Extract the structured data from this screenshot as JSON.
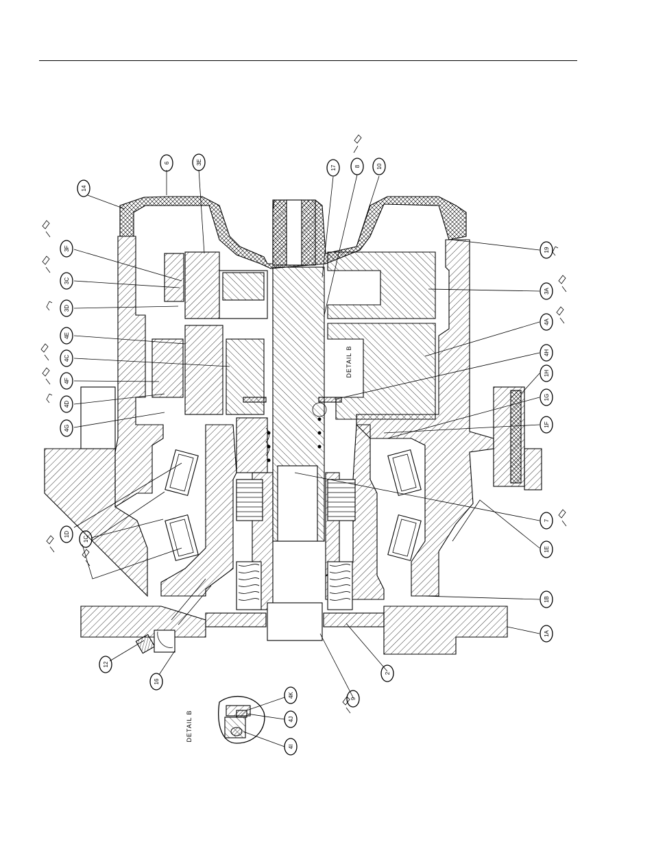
{
  "document": {
    "detail_label": "DETAIL B",
    "callouts": {
      "c14": "14",
      "c6": "6",
      "c3E": "3E",
      "c17": "17",
      "c8": "8",
      "c10": "10",
      "c3F": "3F",
      "c3C": "3C",
      "c3D": "3D",
      "c4E": "4E",
      "c4C": "4C",
      "c4F": "4F",
      "c4D": "4D",
      "c4G": "4G",
      "c1D": "1D",
      "c1C": "1C",
      "c19": "19",
      "c3A": "3A",
      "c4A": "4A",
      "c4H": "4H",
      "c1H": "1H",
      "c1G": "1G",
      "c1F": "1F",
      "c7": "7",
      "c1E": "1E",
      "c1B": "1B",
      "c1A": "1A",
      "c2": "2",
      "c9": "9",
      "c12": "12",
      "c16": "16",
      "c4K": "4K",
      "c4J": "4J",
      "c4I": "4I"
    }
  }
}
